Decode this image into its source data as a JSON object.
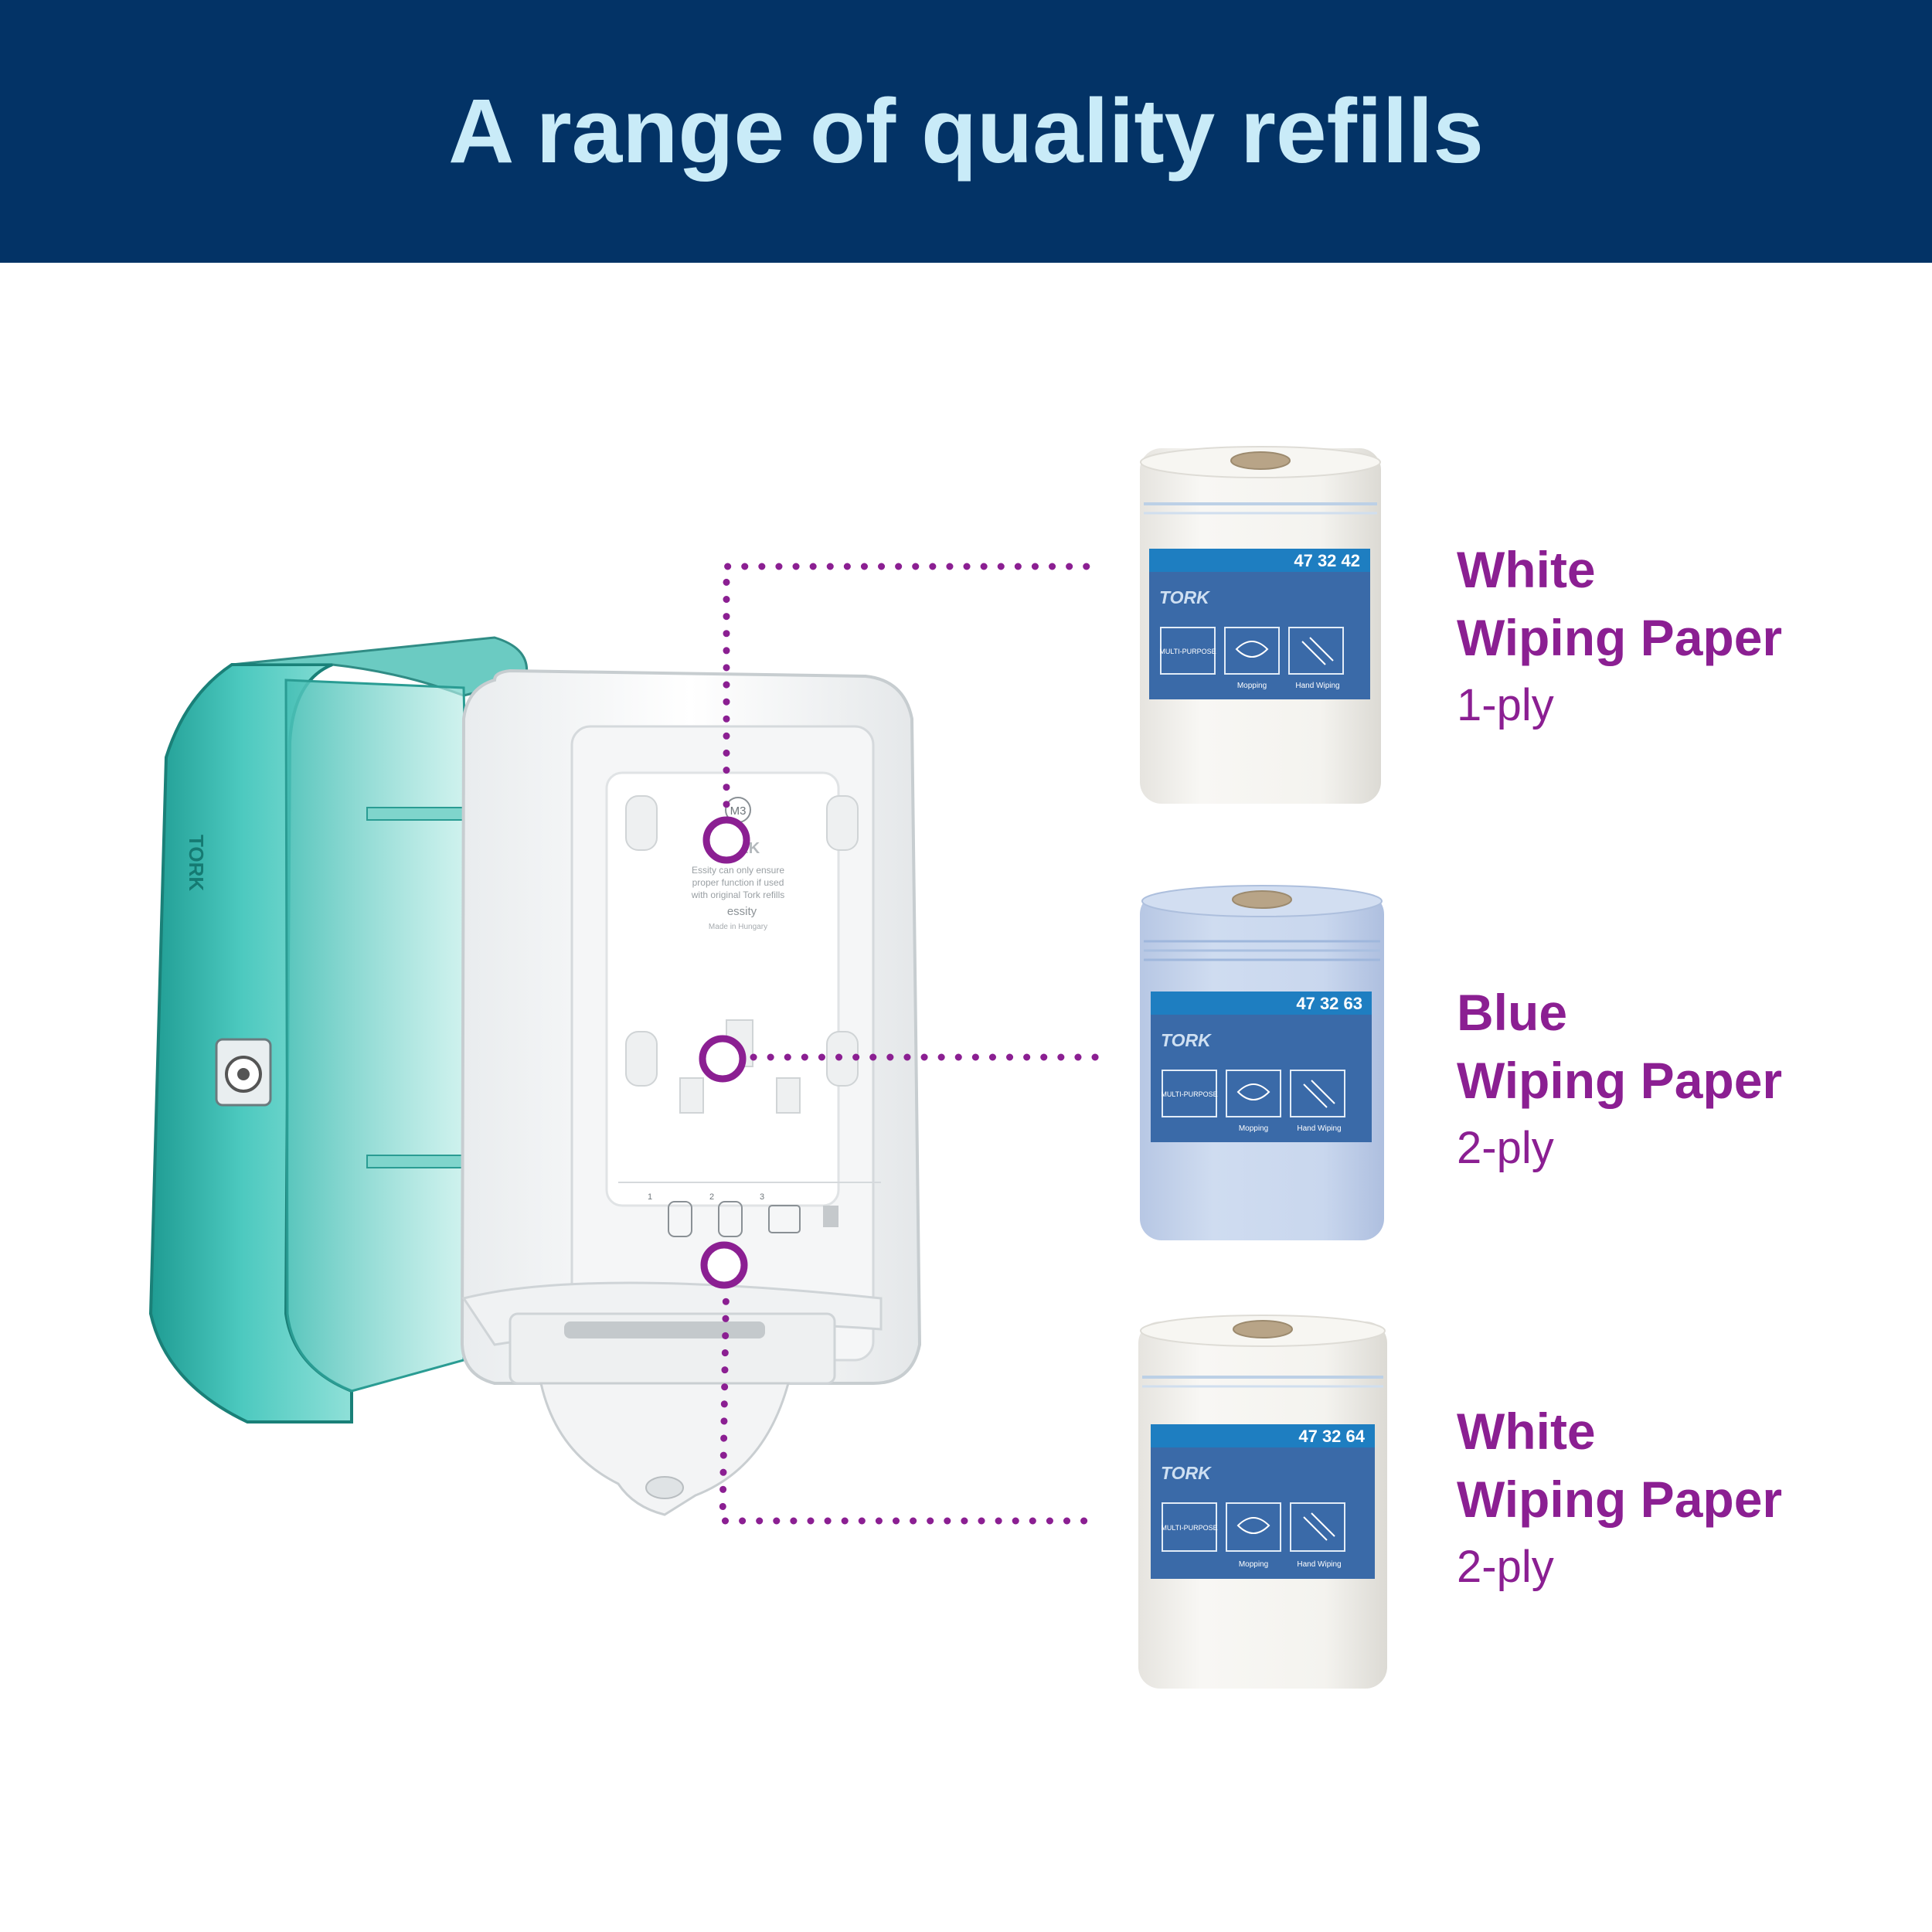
{
  "header": {
    "title": "A range of quality refills"
  },
  "colors": {
    "header_bg": "#033366",
    "header_text": "#c9ebf8",
    "accent": "#8b1f92",
    "dispenser_teal": "#2fb3a8",
    "roll_label_blue": "#3a6aa8"
  },
  "dispenser": {
    "brand": "TORK",
    "size_badge": "M3",
    "back_text_1": "Essity can only ensure",
    "back_text_2": "proper function if used",
    "back_text_3": "with original Tork refills",
    "maker": "essity",
    "made_in": "Made in Hungary",
    "step_1": "1",
    "step_2": "2",
    "step_3": "3"
  },
  "products": [
    {
      "code": "47 32 42",
      "brand": "TORK",
      "badge": "MULTI-PURPOSE",
      "icon_1_label": "Mopping",
      "icon_2_label": "Hand Wiping",
      "name_line1": "White",
      "name_line2": "Wiping Paper",
      "ply": "1-ply",
      "roll_color": "white"
    },
    {
      "code": "47 32 63",
      "brand": "TORK",
      "badge": "MULTI-PURPOSE",
      "icon_1_label": "Mopping",
      "icon_2_label": "Hand Wiping",
      "name_line1": "Blue",
      "name_line2": "Wiping Paper",
      "ply": "2-ply",
      "roll_color": "blue"
    },
    {
      "code": "47 32 64",
      "brand": "TORK",
      "badge": "MULTI-PURPOSE",
      "icon_1_label": "Mopping",
      "icon_2_label": "Hand Wiping",
      "name_line1": "White",
      "name_line2": "Wiping Paper",
      "ply": "2-ply",
      "roll_color": "white"
    }
  ]
}
